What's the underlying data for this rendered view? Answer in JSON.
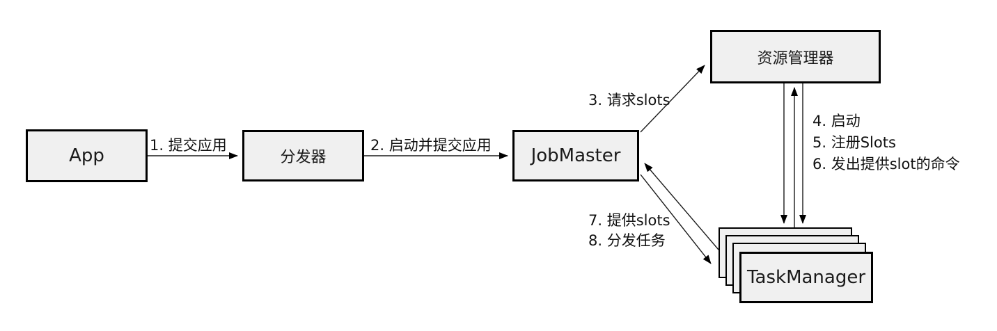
{
  "diagram": {
    "colors": {
      "background": "#ffffff",
      "box_fill": "#f0f0f0",
      "box_border": "#000000",
      "line_color": "#1a1a1a"
    },
    "nodes": {
      "app": {
        "label": "App"
      },
      "dispatcher": {
        "label": "分发器"
      },
      "jobmaster": {
        "label": "JobMaster"
      },
      "resource_manager": {
        "label": "资源管理器"
      },
      "taskmanager": {
        "label": "TaskManager"
      }
    },
    "edge_labels": {
      "e1": "1. 提交应用",
      "e2": "2. 启动并提交应用",
      "e3": "3. 请求slots",
      "e4": "4. 启动",
      "e5": "5. 注册Slots",
      "e6": "6. 发出提供slot的命令",
      "e7": "7. 提供slots",
      "e8": "8. 分发任务"
    }
  }
}
